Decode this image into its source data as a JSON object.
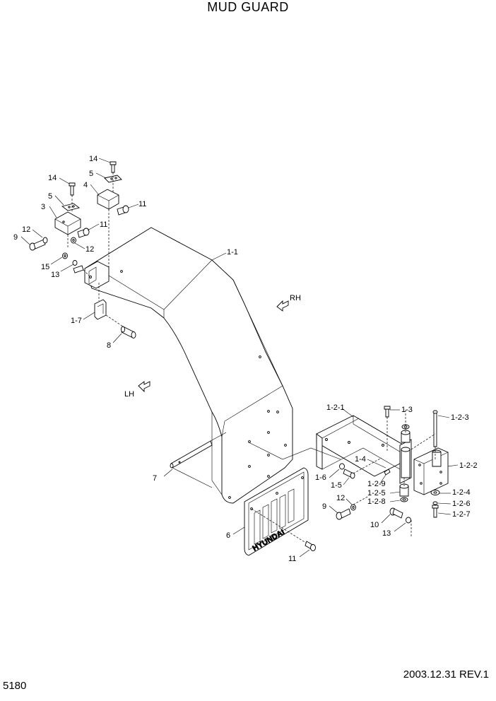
{
  "header": {
    "title": "MUD GUARD"
  },
  "footer": {
    "page_number": "5180",
    "date_rev": "2003.12.31  REV.1"
  },
  "direction_markers": {
    "rh": "RH",
    "lh": "LH"
  },
  "mudflap_brand": "HYUNDAI",
  "part_labels": {
    "p14a": "14",
    "p5a": "5",
    "p4": "4",
    "p11a": "11",
    "p14b": "14",
    "p5b": "5",
    "p3": "3",
    "p11b": "11",
    "p12a": "12",
    "p9a": "9",
    "p12b": "12",
    "p15": "15",
    "p13a": "13",
    "p1_1": "1-1",
    "p1_7": "1-7",
    "p8": "8",
    "p1_2_1": "1-2-1",
    "p1_3": "1-3",
    "p1_2_3": "1-2-3",
    "p1_4": "1-4",
    "p1_2_2": "1-2-2",
    "p1_6": "1-6",
    "p1_5": "1-5",
    "p1_2_9": "1-2-9",
    "p1_2_5": "1-2-5",
    "p1_2_8": "1-2-8",
    "p1_2_4": "1-2-4",
    "p1_2_6": "1-2-6",
    "p1_2_7": "1-2-7",
    "p7": "7",
    "p12c": "12",
    "p9b": "9",
    "p10": "10",
    "p13b": "13",
    "p6": "6",
    "p11c": "11"
  }
}
